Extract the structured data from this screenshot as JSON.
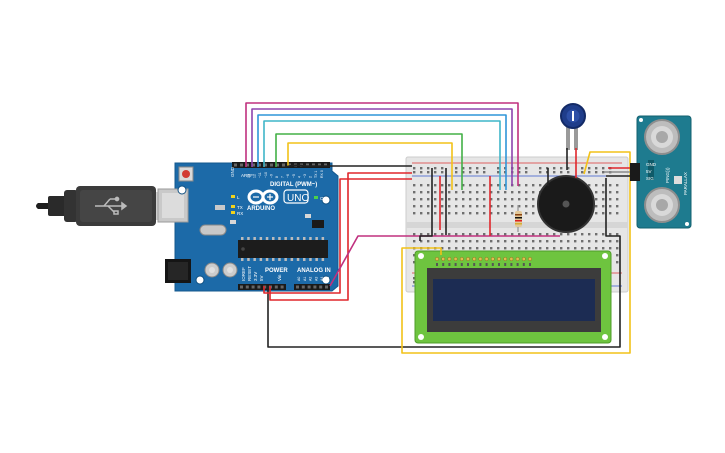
{
  "arduino": {
    "brand": "ARDUINO",
    "model": "UNO",
    "label_digital": "DIGITAL (PWM~)",
    "label_power": "POWER",
    "label_analog": "ANALOG IN",
    "label_aref": "AREF",
    "label_gnd": "GND",
    "label_tx": "TX",
    "label_rx": "RX",
    "label_l": "L",
    "label_on": "ON",
    "label_ioref": "IOREF",
    "label_reset": "RESET",
    "label_3v3": "3.3V",
    "label_5v": "5V",
    "label_vin": "Vin",
    "digital_pins": [
      "13",
      "12",
      "~11",
      "~10",
      "~9",
      "8",
      "7",
      "~6",
      "~5",
      "4",
      "~3",
      "2",
      "TX 1",
      "RX 0"
    ],
    "analog_pins": [
      "A0",
      "A1",
      "A2",
      "A3",
      "A4",
      "A5"
    ]
  },
  "sensor": {
    "model": "PING)))",
    "pins": [
      "GND",
      "5V",
      "SIG"
    ],
    "side_label": "PARALLAX"
  },
  "colors": {
    "board": "#1c6aa8",
    "breadboard": "#e6e6e6",
    "lcd_pcb": "#6ec43f",
    "lcd_screen": "#1c2c53",
    "wire_red": "#e0262b",
    "wire_black": "#222222",
    "wire_yellow": "#f2c218",
    "wire_magenta": "#c0307f",
    "wire_purple": "#8e44ad",
    "wire_blue": "#2f95d8",
    "wire_cyan": "#3fb6c8",
    "wire_green": "#43b047",
    "wire_gray": "#8a8a8a"
  }
}
